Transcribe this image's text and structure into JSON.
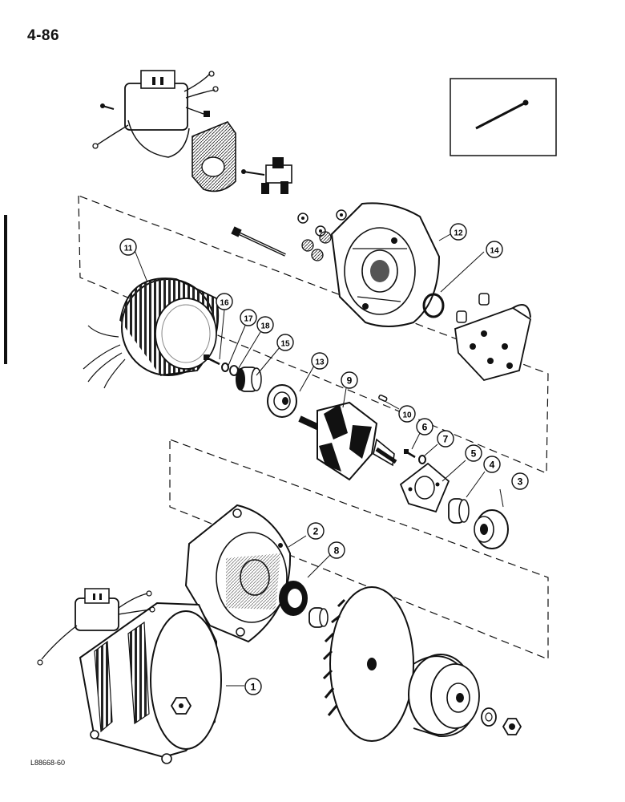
{
  "page": {
    "number": "4-86",
    "reference_code": "L88668-60"
  },
  "callouts": [
    {
      "id": "1",
      "label": "1"
    },
    {
      "id": "2",
      "label": "2"
    },
    {
      "id": "3",
      "label": "3"
    },
    {
      "id": "4",
      "label": "4"
    },
    {
      "id": "5",
      "label": "5"
    },
    {
      "id": "6",
      "label": "6"
    },
    {
      "id": "7",
      "label": "7"
    },
    {
      "id": "8",
      "label": "8"
    },
    {
      "id": "9",
      "label": "9"
    },
    {
      "id": "10",
      "label": "10"
    },
    {
      "id": "11",
      "label": "11"
    },
    {
      "id": "12",
      "label": "12"
    },
    {
      "id": "13",
      "label": "13"
    },
    {
      "id": "14",
      "label": "14"
    },
    {
      "id": "15",
      "label": "15"
    },
    {
      "id": "16",
      "label": "16"
    },
    {
      "id": "17",
      "label": "17"
    },
    {
      "id": "18",
      "label": "18"
    }
  ],
  "colors": {
    "ink": "#111111",
    "paper": "#ffffff",
    "shade": "#555555",
    "light_shade": "#bbbbbb"
  }
}
